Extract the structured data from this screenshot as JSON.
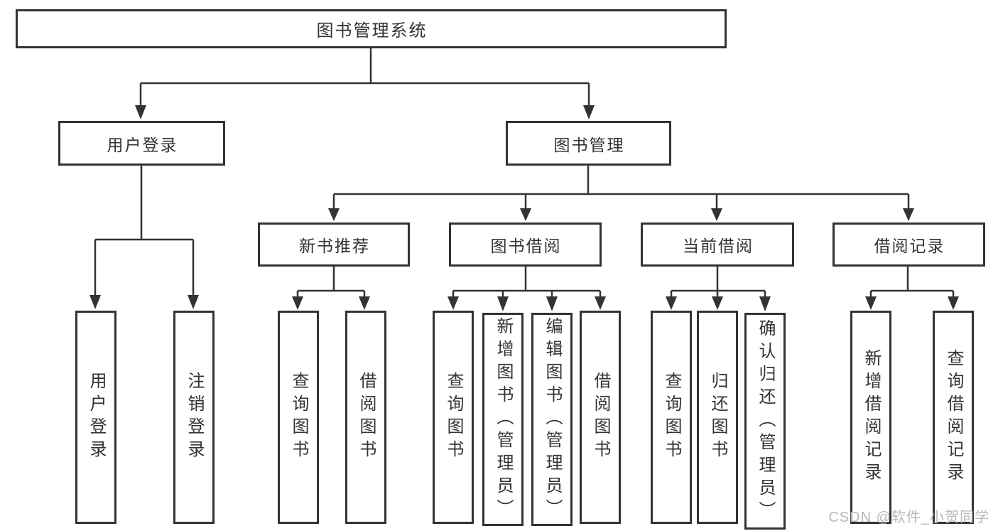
{
  "tree": {
    "label": "图书管理系统",
    "children": [
      {
        "label": "用户登录",
        "children": [
          {
            "label": "用户登录"
          },
          {
            "label": "注销登录"
          }
        ]
      },
      {
        "label": "图书管理",
        "children": [
          {
            "label": "新书推荐",
            "children": [
              {
                "label": "查询图书"
              },
              {
                "label": "借阅图书"
              }
            ]
          },
          {
            "label": "图书借阅",
            "children": [
              {
                "label": "查询图书"
              },
              {
                "label": "新增图书（管理员）"
              },
              {
                "label": "编辑图书（管理员）"
              },
              {
                "label": "借阅图书"
              }
            ]
          },
          {
            "label": "当前借阅",
            "children": [
              {
                "label": "查询图书"
              },
              {
                "label": "归还图书"
              },
              {
                "label": "确认归还（管理员）"
              }
            ]
          },
          {
            "label": "借阅记录",
            "children": [
              {
                "label": "新增借阅记录"
              },
              {
                "label": "查询借阅记录"
              }
            ]
          }
        ]
      }
    ]
  },
  "watermark": {
    "text": "CSDN @软件_小贺同学"
  },
  "colors": {
    "line": "#333333",
    "text": "#333333",
    "box_background": "#ffffff",
    "watermark": "#b8b8b8",
    "page_background": "#ffffff"
  }
}
